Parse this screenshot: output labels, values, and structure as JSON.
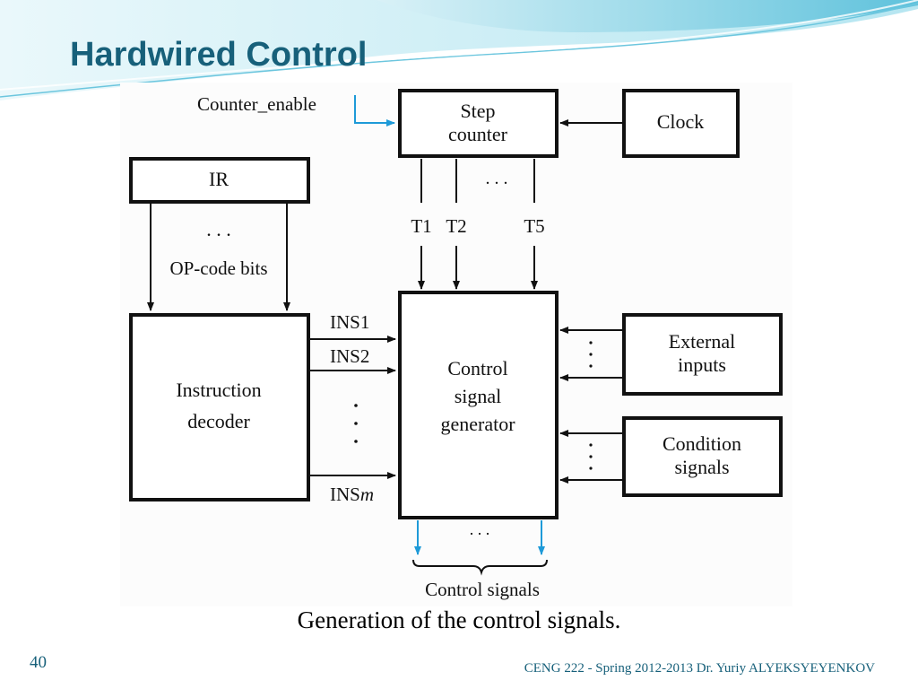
{
  "slide": {
    "title": "Hardwired Control",
    "caption": "Generation of the control signals.",
    "slide_number": "40",
    "footer": "CENG 222 - Spring 2012-2013   Dr. Yuriy ALYEKSYEYENKOV"
  },
  "diagram": {
    "counter_enable": "Counter_enable",
    "step_counter": [
      "Step",
      "counter"
    ],
    "clock": "Clock",
    "ir": "IR",
    "ir_dots": ". . .",
    "opcode_bits": "OP-code bits",
    "decoder": [
      "Instruction",
      "decoder"
    ],
    "generator": [
      "Control",
      "signal",
      "generator"
    ],
    "timing": [
      "T1",
      "T2",
      "T5"
    ],
    "timing_dots": ". . .",
    "ins1": "INS1",
    "ins2": "INS2",
    "insm_prefix": "INS",
    "insm_suffix": "m",
    "external": [
      "External",
      "inputs"
    ],
    "condition": [
      "Condition",
      "signals"
    ],
    "output_dots": ". . .",
    "control_signals": "Control signals"
  },
  "colors": {
    "title": "#17607a",
    "accent_arrow": "#1e9ad8",
    "swoosh": "#8fd3e6"
  }
}
